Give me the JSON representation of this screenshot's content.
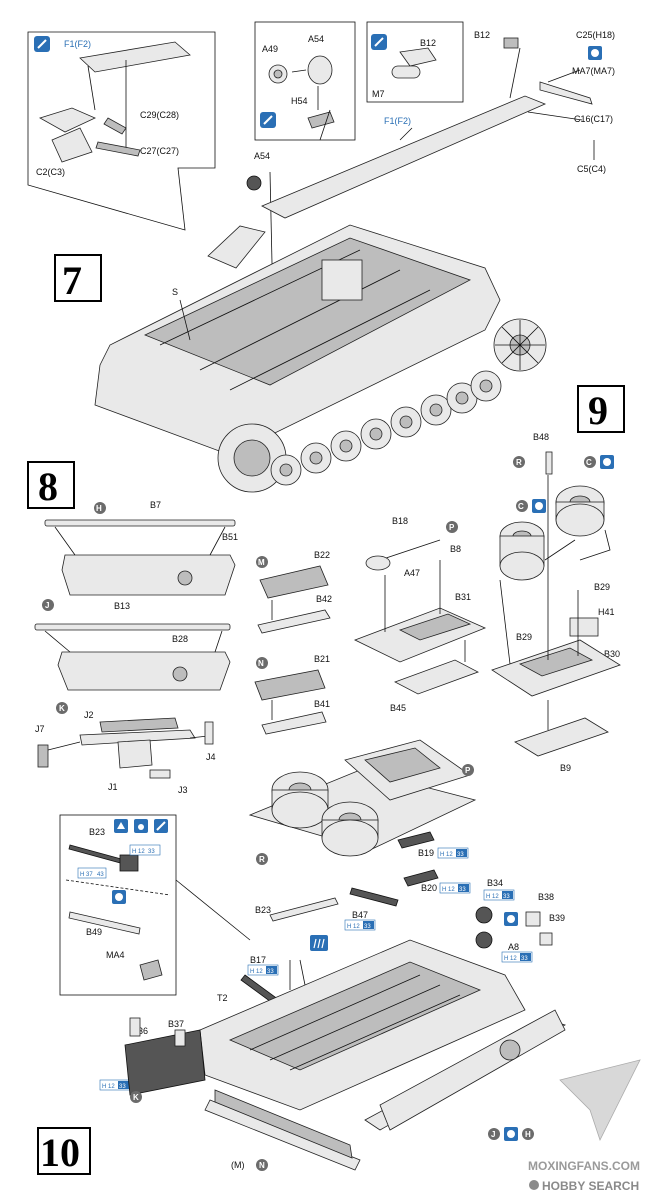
{
  "steps": {
    "s7": "7",
    "s8": "8",
    "s9": "9",
    "s10": "10"
  },
  "step7": {
    "inset_a": {
      "f1": "F1(F2)",
      "c29": "C29(C28)",
      "c27": "C27(C27)",
      "c2": "C2(C3)"
    },
    "inset_b": {
      "a49": "A49",
      "a54": "A54",
      "h54": "H54"
    },
    "inset_c": {
      "b12": "B12",
      "m7": "M7"
    },
    "main": {
      "b12": "B12",
      "c25": "C25(H18)",
      "ma7": "MA7(MA7)",
      "c16": "C16(C17)",
      "c5": "C5(C4)",
      "f1": "F1(F2)",
      "a54": "A54",
      "s": "S"
    }
  },
  "step8": {
    "h": {
      "letter": "H",
      "b7": "B7",
      "b51": "B51"
    },
    "j": {
      "letter": "J",
      "b13": "B13",
      "b28": "B28"
    },
    "k": {
      "letter": "K",
      "j2": "J2",
      "j7": "J7",
      "j4": "J4",
      "j1": "J1",
      "j3": "J3"
    },
    "m": {
      "letter": "M",
      "b22": "B22",
      "b42": "B42"
    },
    "n": {
      "letter": "N",
      "b21": "B21",
      "b41": "B41"
    },
    "p": {
      "letter": "P",
      "b18": "B18",
      "b8": "B8",
      "a47": "A47",
      "b31": "B31",
      "b45": "B45"
    }
  },
  "step9": {
    "r": "R",
    "c1": "C",
    "c2": "C",
    "b48": "B48",
    "b29a": "B29",
    "b29b": "B29",
    "h41": "H41",
    "b30": "B30",
    "b9": "B9"
  },
  "step10": {
    "inset": {
      "b23": "B23",
      "h37": "H 37",
      "h37n": "43",
      "b49": "B49",
      "ma4": "MA4",
      "h12": "H 12",
      "h12n": "33"
    },
    "p": "P",
    "r": "R",
    "b19": "B19",
    "b20": "B20",
    "b34": "B34",
    "b38": "B38",
    "b39": "B39",
    "a8": "A8",
    "b47": "B47",
    "b23": "B23",
    "b17": "B17",
    "t2": "T2",
    "b36": "B36",
    "b37": "B37",
    "k": "K",
    "j": "J",
    "h": "H",
    "mn_m": "(M)",
    "mn_n": "N",
    "paint_h": "H",
    "paint_n1": "12",
    "paint_n2": "33"
  },
  "watermark": {
    "line1": "MOXINGFANS.COM",
    "line2": "HOBBY SEARCH"
  },
  "colors": {
    "accent_blue": "#2a6fb5",
    "circle_grey": "#6b6b6b"
  }
}
